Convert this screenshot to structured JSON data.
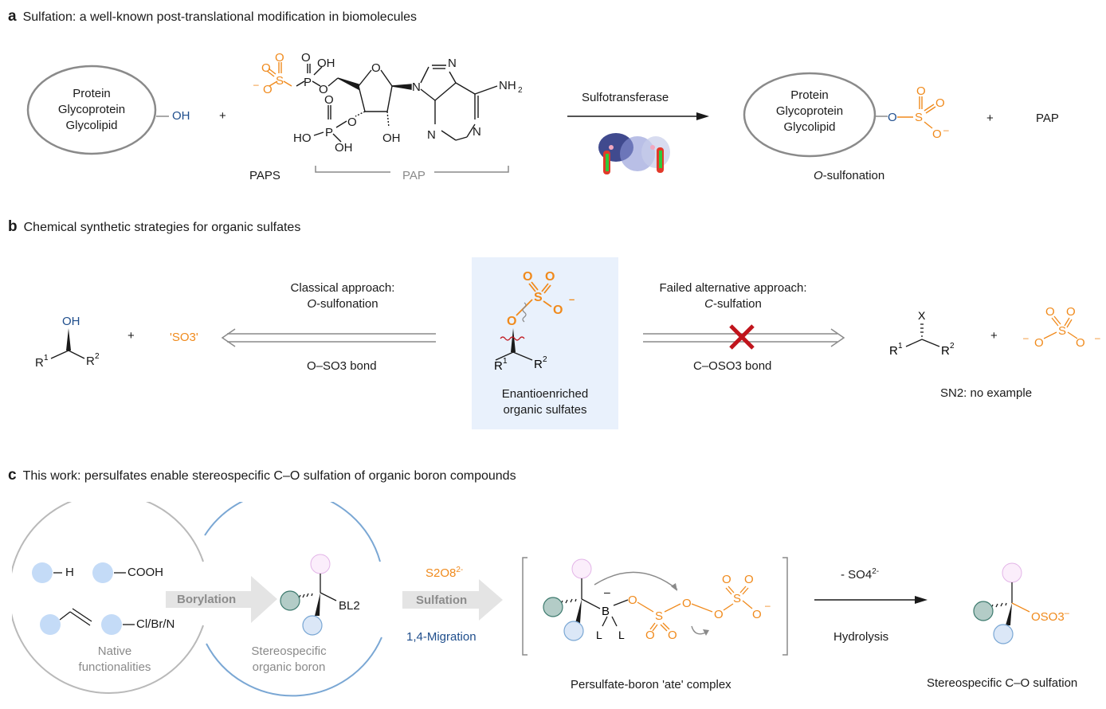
{
  "colors": {
    "sulfate": "#f08a1c",
    "hydroxyl": "#1f4e8c",
    "highlight_box": "#e9f1fc",
    "cross": "#c0141c",
    "boron_circle": "#7aa7d4",
    "native_circle": "#b9b9b9"
  },
  "panel_a": {
    "letter": "a",
    "title": "Sulfation: a well-known post-translational modification in biomolecules",
    "substrate_lines": [
      "Protein",
      "Glycoprotein",
      "Glycolipid"
    ],
    "substrate_group": "OH",
    "plus": "+",
    "paps_label": "PAPS",
    "pap_bracket_label": "PAP",
    "nh2": "NH2",
    "arrow_label": "Sulfotransferase",
    "enzyme_image": "sulfotransferase-protein-structure",
    "product_lines": [
      "Protein",
      "Glycoprotein",
      "Glycolipid"
    ],
    "product_caption": "O-sulfonation",
    "product_caption_italic": "O",
    "product_caption_rest": "-sulfonation",
    "plus2": "+",
    "coproduct": "PAP"
  },
  "panel_b": {
    "letter": "b",
    "title": "Chemical synthetic strategies for organic sulfates",
    "left_reagent": "'SO3'",
    "left_oh": "OH",
    "classical_line1": "Classical approach:",
    "classical_line2_italic": "O",
    "classical_line2_rest": "-sulfonation",
    "classical_bond": "O–SO3 bond",
    "center_caption": [
      "Enantioenriched",
      "organic sulfates"
    ],
    "failed_line1": "Failed alternative approach:",
    "failed_line2_italic": "C",
    "failed_line2_rest": "-sulfation",
    "failed_bond": "C–OSO3 bond",
    "right_x": "X",
    "right_caption": "SN2: no example",
    "plus": "+"
  },
  "panel_c": {
    "letter": "c",
    "title": "This work:  persulfates enable stereospecific C–O sulfation of organic boron compounds",
    "native_groups": [
      "H",
      "COOH",
      "Cl/Br/N"
    ],
    "native_caption": [
      "Native",
      "functionalities"
    ],
    "borylation_label": "Borylation",
    "boron_group": "BL2",
    "boron_caption": [
      "Stereospecific",
      "organic boron"
    ],
    "reagent": "S2O8",
    "reagent_charge": "2-",
    "sulfation_label": "Sulfation",
    "migration_label": "1,4-Migration",
    "complex_caption": "Persulfate-boron 'ate' complex",
    "byproduct": "- SO4",
    "byproduct_charge": "2-",
    "hydrolysis_label": "Hydrolysis",
    "product_group": "OSO3",
    "product_caption": "Stereospecific C–O sulfation"
  }
}
